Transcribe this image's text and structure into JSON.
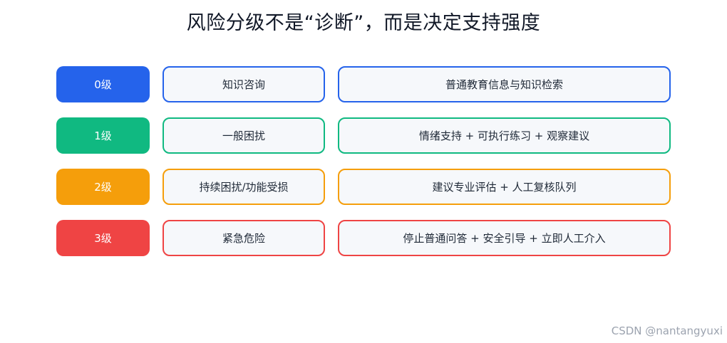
{
  "title": "风险分级不是“诊断”，而是决定支持强度",
  "rows": [
    {
      "level": "0级",
      "category": "知识咨询",
      "action": "普通教育信息与知识检索",
      "color": "#2563eb"
    },
    {
      "level": "1级",
      "category": "一般困扰",
      "action": "情绪支持 + 可执行练习 + 观察建议",
      "color": "#10b981"
    },
    {
      "level": "2级",
      "category": "持续困扰/功能受损",
      "action": "建议专业评估 + 人工复核队列",
      "color": "#f59e0b"
    },
    {
      "level": "3级",
      "category": "紧急危险",
      "action": "停止普通问答 + 安全引导 + 立即人工介入",
      "color": "#ef4444"
    }
  ],
  "watermark": "CSDN @nantangyuxi"
}
